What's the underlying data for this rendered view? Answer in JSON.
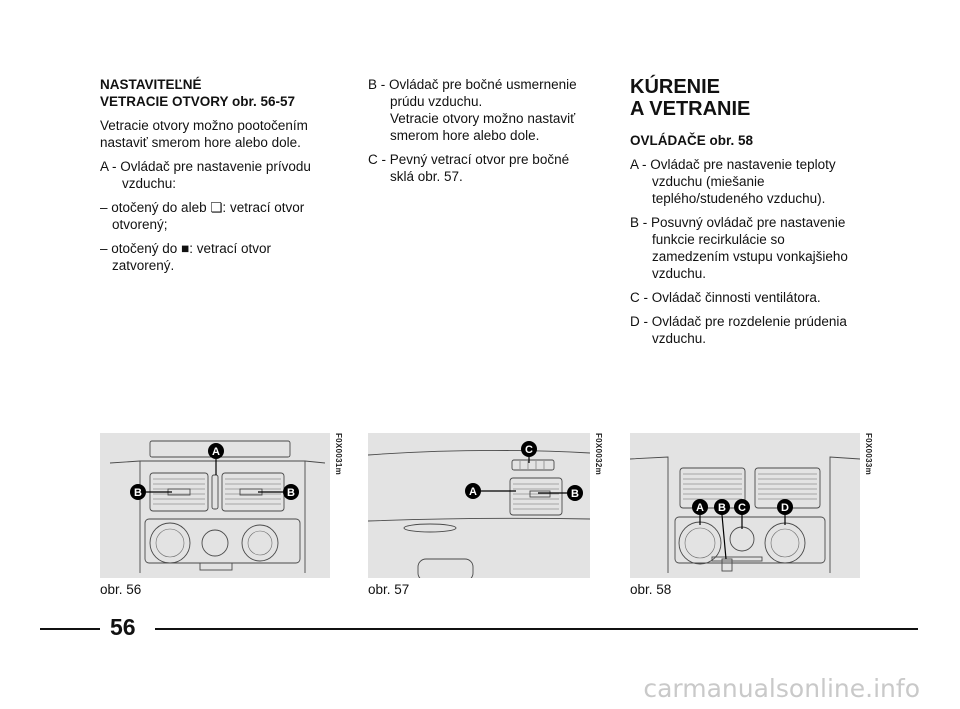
{
  "left_column": {
    "heading": "NASTAVITEĽNÉ\nVETRACIE OTVORY obr. 56-57",
    "intro": "Vetracie otvory možno pootočením\nnastaviť smerom hore alebo dole.",
    "item_a": "A - Ovládač pre nastavenie prívodu\nvzduchu:",
    "bullet_open": "– otočený do aleb ❏: vetrací otvor\notvorený;",
    "bullet_closed": "– otočený do ■: vetrací otvor\nzatvorený."
  },
  "middle_column": {
    "item_b": "B - Ovládač pre bočné usmernenie\nprúdu vzduchu.\nVetracie otvory možno nastaviť\nsmerom hore alebo dole.",
    "item_c": "C - Pevný vetrací otvor pre bočné\nsklá obr. 57."
  },
  "right_column": {
    "title": "KÚRENIE\nA VETRANIE",
    "subheading": "OVLÁDAČE obr. 58",
    "item_a": "A - Ovládač pre nastavenie teploty\nvzduchu (miešanie\nteplého/studeného vzduchu).",
    "item_b": "B - Posuvný ovládač pre nastavenie\nfunkcie recirkulácie so\nzamedzením vstupu vonkajšieho\nvzduchu.",
    "item_c": "C - Ovládač činnosti ventilátora.",
    "item_d": "D - Ovládač pre rozdelenie prúdenia\nvzduchu."
  },
  "figures": [
    {
      "caption": "obr. 56",
      "code": "F0X0031m",
      "labels": [
        "A",
        "B",
        "B"
      ]
    },
    {
      "caption": "obr. 57",
      "code": "F0X0032m",
      "labels": [
        "C",
        "A",
        "B"
      ]
    },
    {
      "caption": "obr. 58",
      "code": "F0X0033m",
      "labels": [
        "A",
        "B",
        "C",
        "D"
      ]
    }
  ],
  "footer": {
    "page_number": "56",
    "watermark": "carmanualsonline.info"
  },
  "colors": {
    "figure_background": "#e3e3e3",
    "label_fill": "#000000",
    "watermark": "#c9c9c9"
  }
}
